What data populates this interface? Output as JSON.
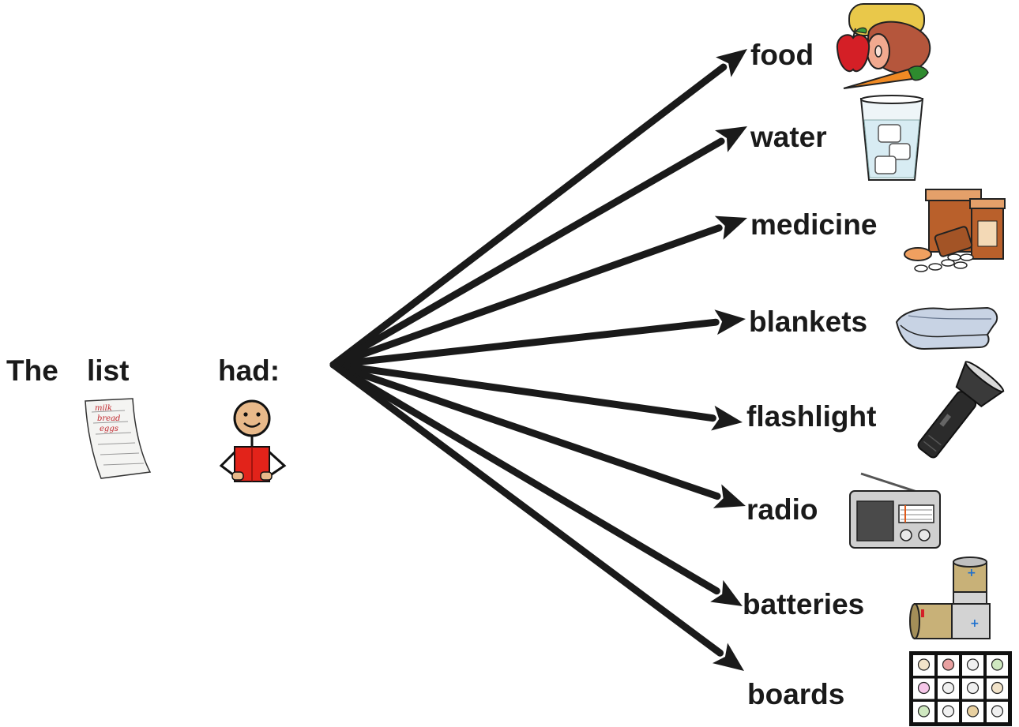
{
  "sentence": {
    "words": [
      "The",
      "list",
      "had:"
    ]
  },
  "items": [
    {
      "label": "food",
      "icon": "food-icon"
    },
    {
      "label": "water",
      "icon": "water-glass-icon"
    },
    {
      "label": "medicine",
      "icon": "pill-bottles-icon"
    },
    {
      "label": "blankets",
      "icon": "folded-blanket-icon"
    },
    {
      "label": "flashlight",
      "icon": "flashlight-icon"
    },
    {
      "label": "radio",
      "icon": "radio-icon"
    },
    {
      "label": "batteries",
      "icon": "batteries-icon"
    },
    {
      "label": "boards",
      "icon": "communication-board-icon"
    }
  ],
  "colors": {
    "arrow": "#1a1a1a",
    "text": "#1a1a1a",
    "book": "#e2231a",
    "skin": "#e8b98a"
  }
}
